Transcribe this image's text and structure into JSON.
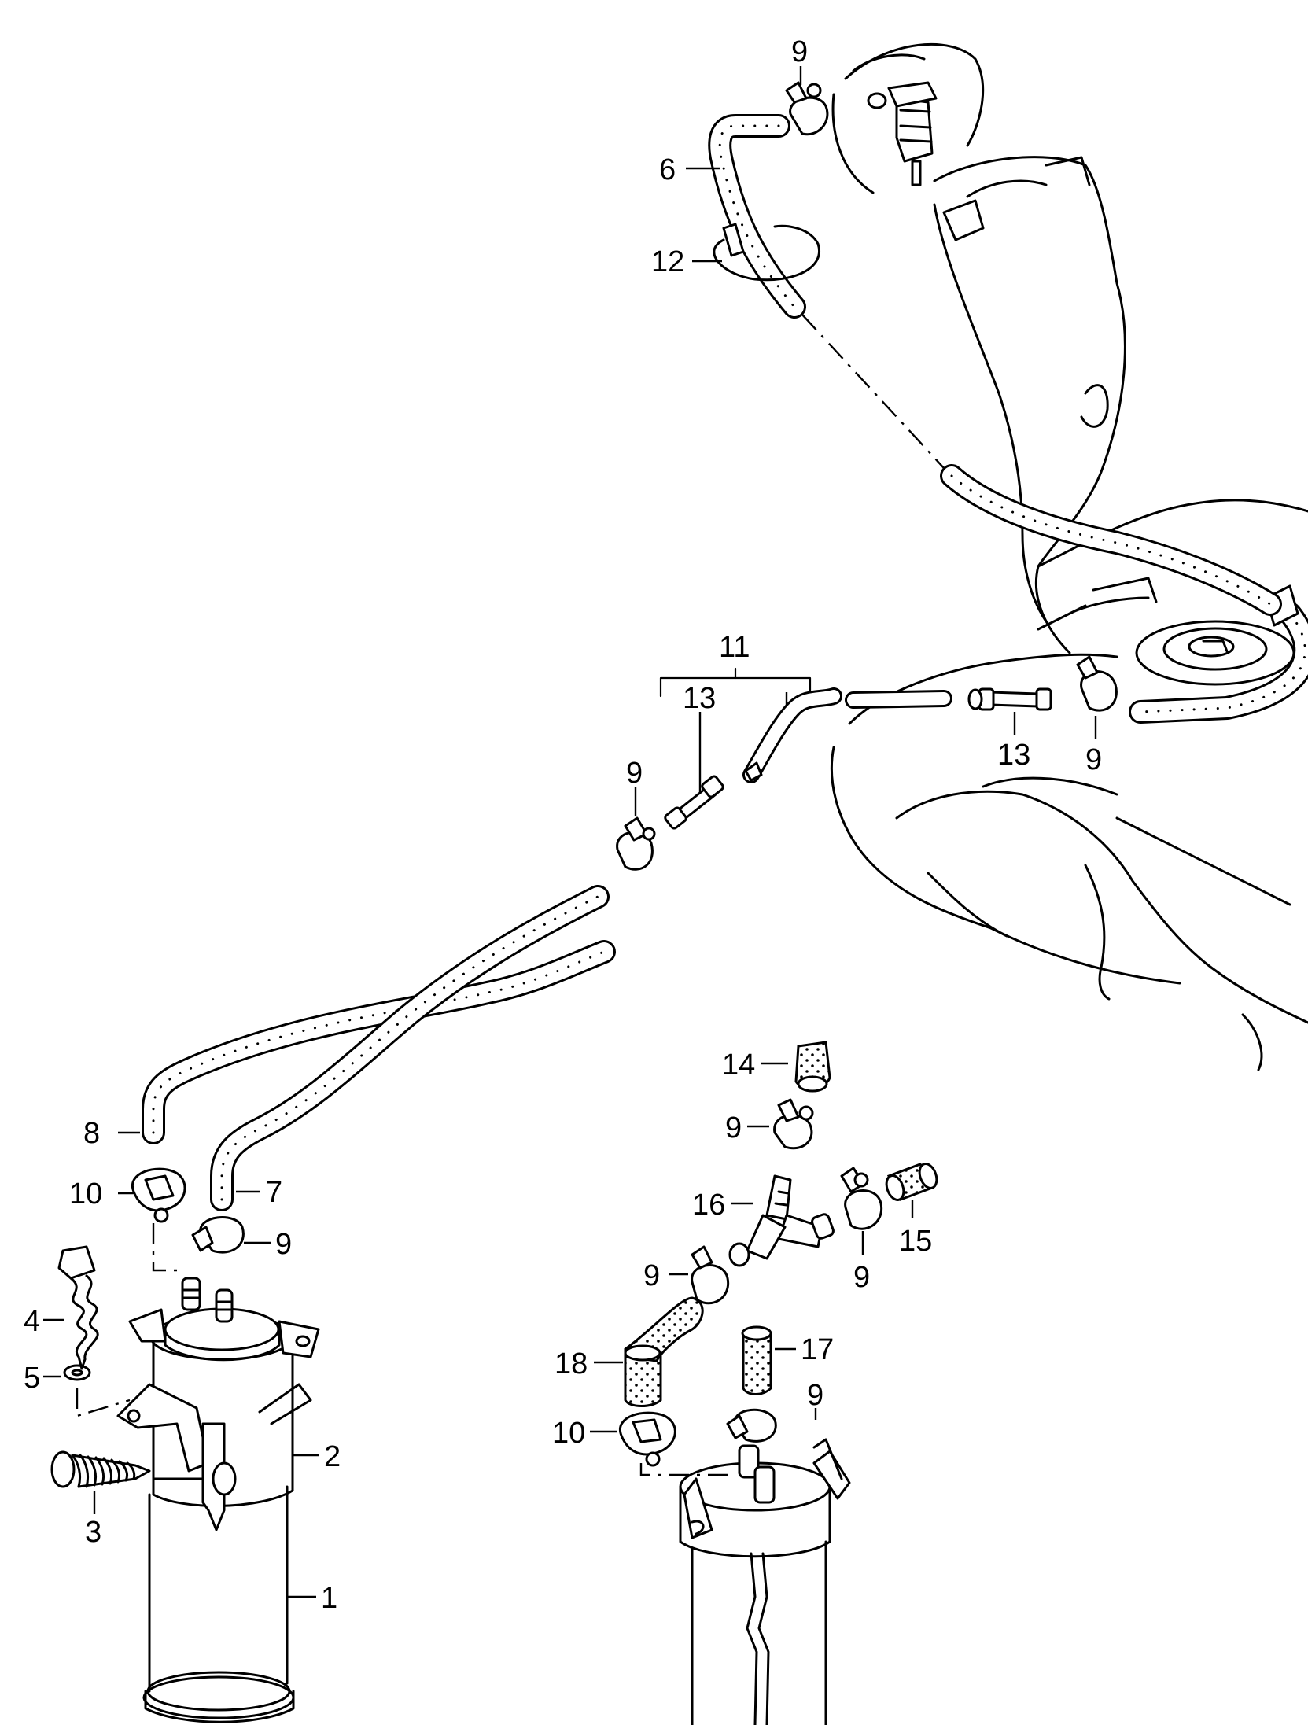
{
  "labels": {
    "l1": "1",
    "l2": "2",
    "l3": "3",
    "l4": "4",
    "l5": "5",
    "l6": "6",
    "l7": "7",
    "l8": "8",
    "l9_top": "9",
    "l9_mid": "9",
    "l9_right": "9",
    "l9_left_can": "9",
    "l9_y_bottom": "9",
    "l9_y_top": "9",
    "l9_y_left": "9",
    "l9_right_can": "9",
    "l10_left": "10",
    "l10_right": "10",
    "l11": "11",
    "l12": "12",
    "l13_left": "13",
    "l13_right": "13",
    "l14": "14",
    "l15": "15",
    "l16": "16",
    "l17": "17",
    "l18": "18"
  }
}
